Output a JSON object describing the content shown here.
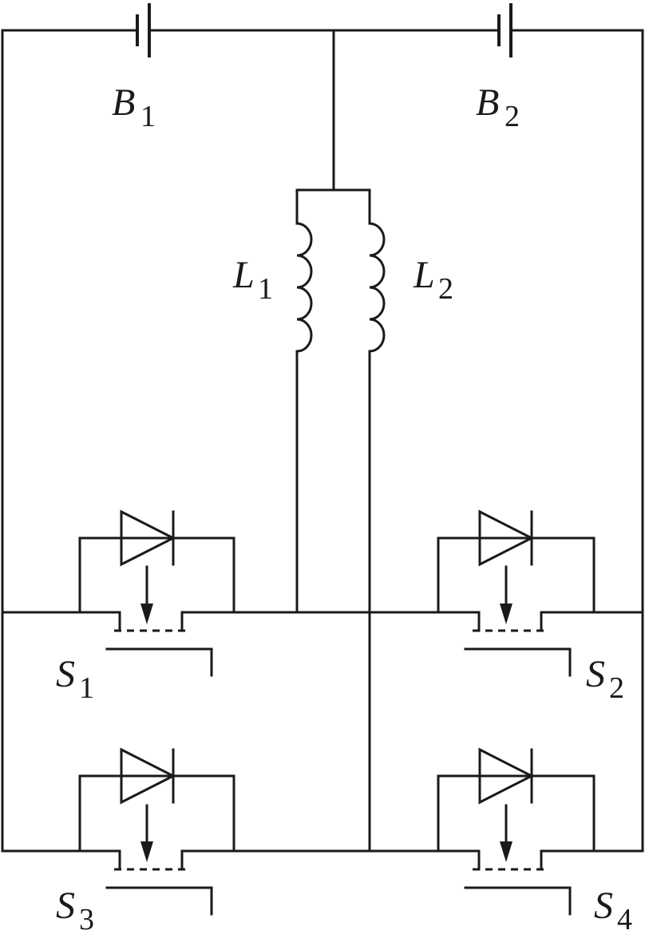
{
  "labels": {
    "b1": {
      "main": "B",
      "sub": "1"
    },
    "b2": {
      "main": "B",
      "sub": "2"
    },
    "l1": {
      "main": "L",
      "sub": "1"
    },
    "l2": {
      "main": "L",
      "sub": "2"
    },
    "s1": {
      "main": "S",
      "sub": "1"
    },
    "s2": {
      "main": "S",
      "sub": "2"
    },
    "s3": {
      "main": "S",
      "sub": "3"
    },
    "s4": {
      "main": "S",
      "sub": "4"
    }
  }
}
